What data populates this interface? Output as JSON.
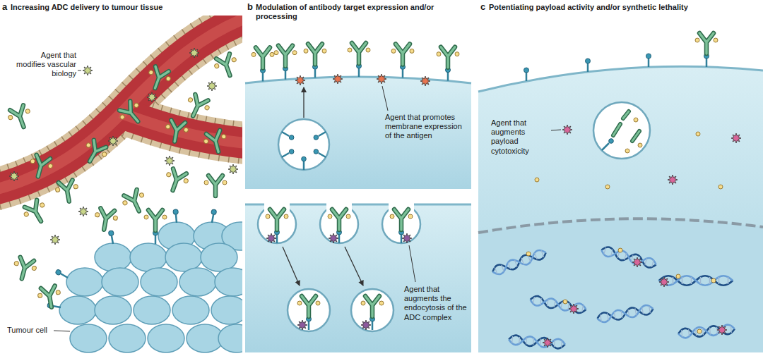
{
  "diagram": {
    "labels": [
      "a",
      "Increasing ADC delivery to tumour tissue",
      "Agent that modifies vascular biology",
      "Tumour cell",
      "b",
      "Modulation of antibody target expression and/or processing",
      "Agent that promotes membrane expression of the antigen",
      "Agent that augments the endocytosis of the ADC complex",
      "c",
      "Potentiating payload activity and/or synthetic lethality",
      "Agent that augments payload cytotoxicity"
    ]
  }
}
